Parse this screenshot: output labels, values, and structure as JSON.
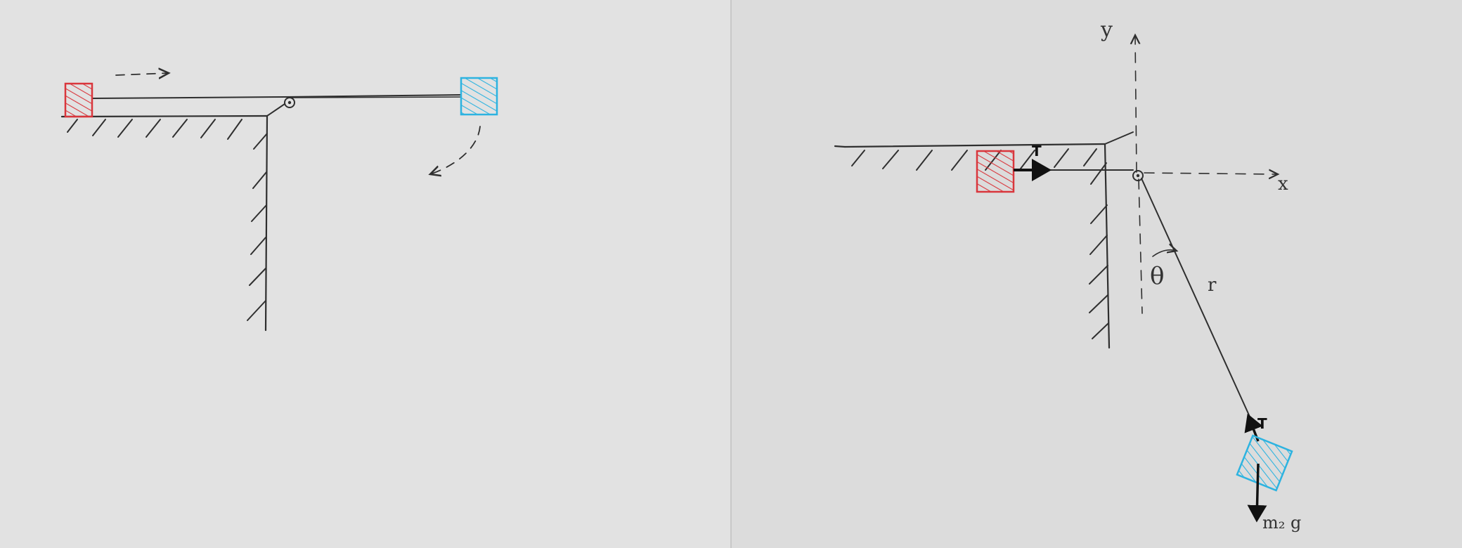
{
  "panels": [
    {
      "id": "setup",
      "caption": ""
    },
    {
      "id": "free-body",
      "caption": ""
    }
  ],
  "labels": {
    "axis_y": "y",
    "axis_x": "x",
    "angle": "θ",
    "rope_length": "r",
    "tension_block1": "T",
    "tension_block2": "T",
    "weight": "m₂ g"
  },
  "colors": {
    "paper_left": "#e2e2e2",
    "paper_right": "#dcdcdc",
    "ink": "#2f2f2f",
    "block1": "#d9363c",
    "block2": "#2db3e0"
  }
}
